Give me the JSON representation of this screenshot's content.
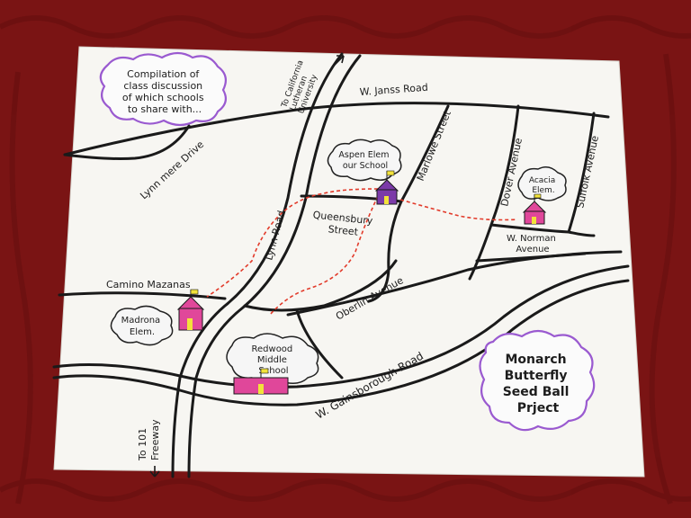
{
  "notes": {
    "compilation": [
      "Compilation of",
      "class discussion",
      "of which schools",
      "to share with..."
    ],
    "project": [
      "Monarch",
      "Butterfly",
      "Seed Ball",
      "Prject"
    ]
  },
  "streets": {
    "w_janss": "W. Janss Road",
    "to_clu": [
      "To California",
      "Lutheran",
      "University"
    ],
    "lynnmere": "Lynn mere Drive",
    "lynn_road": "Lynn Road",
    "marlowe": "Marlowe Street",
    "dover": "Dover Avenue",
    "suffolk": "Suffolk Avenue",
    "queensbury": [
      "Queensbury",
      "Street"
    ],
    "w_norman": [
      "W. Norman",
      "Avenue"
    ],
    "camino": "Camino Mazanas",
    "oberlin": "Oberlin Avenue",
    "gainsborough": "W. Gainsborough Road",
    "to_101": [
      "To 101",
      "Freeway"
    ]
  },
  "schools": {
    "aspen": [
      "Aspen Elem",
      "our School"
    ],
    "acacia": [
      "Acacia",
      "Elem."
    ],
    "madrona": [
      "Madrona",
      "Elem."
    ],
    "redwood": [
      "Redwood",
      "Middle",
      "School"
    ]
  },
  "colors": {
    "background": "#7a1414",
    "paper": "#f7f6f2",
    "school_pink": "#e0479a",
    "school_purple": "#7b3aa8",
    "flag_yellow": "#f2e23a",
    "route_red": "#e23a2a",
    "note_purple": "#9a5ad0"
  }
}
